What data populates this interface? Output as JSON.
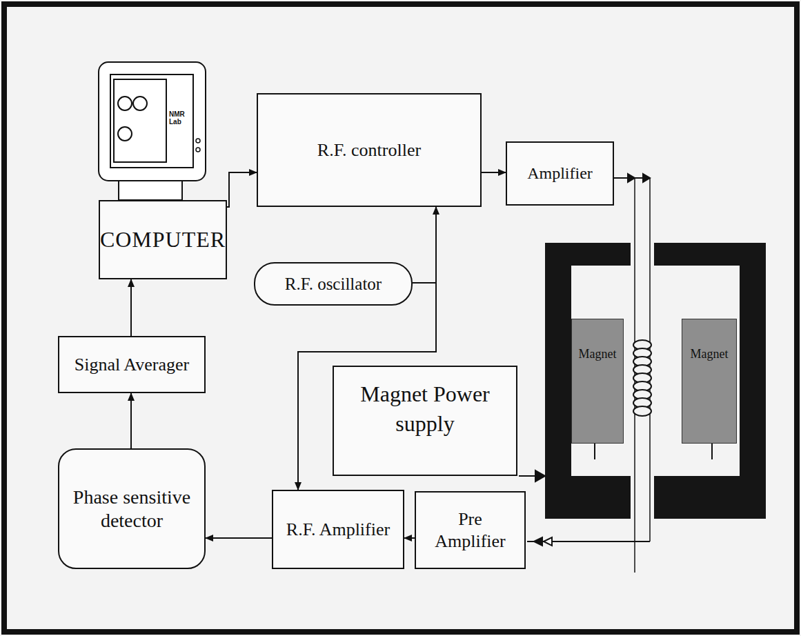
{
  "diagram": {
    "nodes": [
      {
        "text": [
          "COMPUTER"
        ]
      },
      {
        "text": [
          "R.F. controller"
        ]
      },
      {
        "text": [
          "Amplifier"
        ]
      },
      {
        "text": [
          "R.F. oscillator"
        ]
      },
      {
        "text": [
          "Signal Averager"
        ]
      },
      {
        "text": [
          "Magnet"
        ]
      },
      {
        "text": [
          "Magnet"
        ]
      },
      {
        "text": [
          "Magnet Power supply"
        ]
      },
      {
        "text": [
          "Phase sensitive detector"
        ]
      },
      {
        "text": [
          "R.F. Amplifier"
        ]
      },
      {
        "text": [
          "Pre Amplifier"
        ]
      }
    ],
    "edges": [
      {
        "from": 0,
        "to": 1,
        "arrow": "to"
      },
      {
        "from": 1,
        "to": 2,
        "arrow": "to"
      },
      {
        "from": 3,
        "to": 1,
        "arrow": "to"
      },
      {
        "from": 3,
        "to": 9,
        "arrow": "to"
      },
      {
        "from": 4,
        "to": 0,
        "arrow": "to"
      },
      {
        "from": 8,
        "to": 4,
        "arrow": "to"
      },
      {
        "from": 9,
        "to": 8,
        "arrow": "to"
      },
      {
        "from": 10,
        "to": 9,
        "arrow": "to"
      }
    ],
    "labels": [
      "NMR Lab"
    ]
  }
}
